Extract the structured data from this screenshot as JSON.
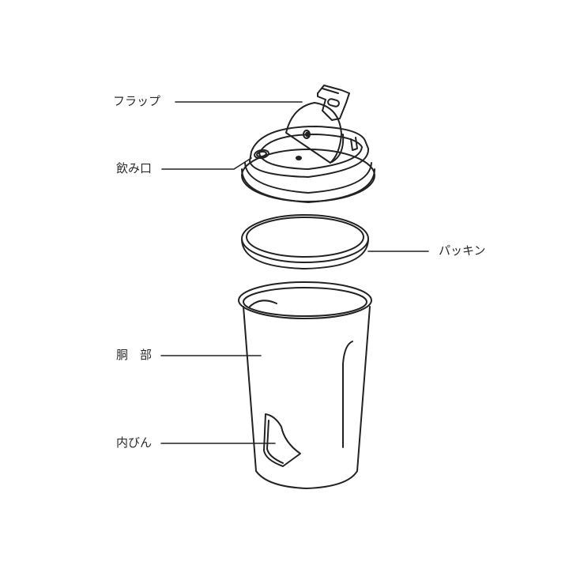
{
  "diagram": {
    "type": "exploded-view",
    "subject": "tumbler",
    "labels": {
      "flap": "フラップ",
      "spout": "飲み口",
      "gasket": "パッキン",
      "body": "胴　部",
      "inner_bottle": "内びん"
    },
    "line_color": "#222222",
    "background": "#ffffff"
  }
}
